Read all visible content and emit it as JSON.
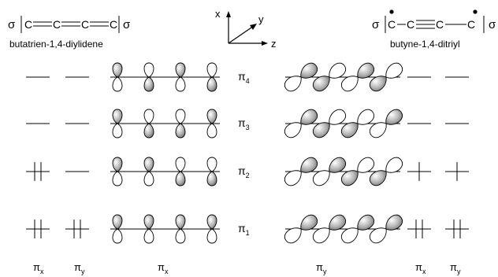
{
  "left_structure": {
    "sigma_left": "σ",
    "chain": [
      "C",
      "C",
      "C",
      "C"
    ],
    "sigma_right": "σ",
    "name": "butatrien-1,4-diylidene"
  },
  "right_structure": {
    "sigma_left": "σ",
    "chain": [
      "C",
      "C",
      "C",
      "C"
    ],
    "sigma_right": "σ",
    "name": "butyne-1,4-ditriyl"
  },
  "axes": {
    "x": "x",
    "y": "y",
    "z": "z"
  },
  "levels": [
    {
      "pi": "π",
      "sub": "4",
      "left_x_electrons": 0,
      "left_y_electrons": 0,
      "right_x_electrons": 0,
      "right_y_electrons": 0
    },
    {
      "pi": "π",
      "sub": "3",
      "left_x_electrons": 0,
      "left_y_electrons": 0,
      "right_x_electrons": 0,
      "right_y_electrons": 0
    },
    {
      "pi": "π",
      "sub": "2",
      "left_x_electrons": 2,
      "left_y_electrons": 0,
      "right_x_electrons": 1,
      "right_y_electrons": 1
    },
    {
      "pi": "π",
      "sub": "1",
      "left_x_electrons": 2,
      "left_y_electrons": 2,
      "right_x_electrons": 2,
      "right_y_electrons": 2
    }
  ],
  "bottom_labels": [
    {
      "pi": "π",
      "sub": "x"
    },
    {
      "pi": "π",
      "sub": "y"
    },
    {
      "pi": "π",
      "sub": "x"
    },
    {
      "pi": "π",
      "sub": "y"
    },
    {
      "pi": "π",
      "sub": "x"
    },
    {
      "pi": "π",
      "sub": "y"
    }
  ]
}
